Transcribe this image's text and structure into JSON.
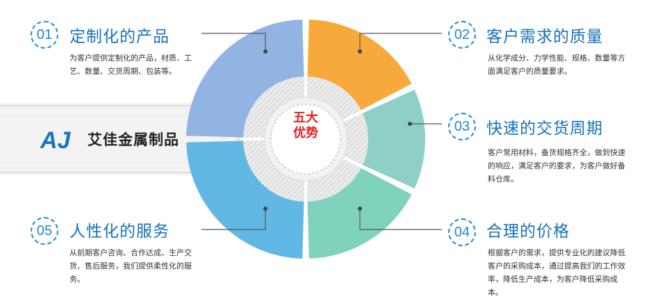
{
  "center": {
    "line1": "五大",
    "line2": "优势"
  },
  "brand": {
    "logo_text": "AJ",
    "name": "艾佳金属制品",
    "logo_color": "#1a73c4"
  },
  "colors": {
    "segment_01": "#92b4e3",
    "segment_02": "#f7a93b",
    "segment_03": "#8ed0c8",
    "segment_04": "#7fd3bd",
    "segment_05": "#62b8e4",
    "accent": "#1e88d0",
    "center_text": "#e02020"
  },
  "items": [
    {
      "num": "01",
      "title": "定制化的产品",
      "desc": "为客户提供定制化的产品，材质、工艺、数量、交货周期、包装等。"
    },
    {
      "num": "02",
      "title": "客户需求的质量",
      "desc": "从化学成分、力学性能、规格、数量等方面满足客户的质量要求。"
    },
    {
      "num": "03",
      "title": "快速的交货周期",
      "desc": "客户常用材料，备货规格齐全，做到快速的响应，满足客户的要求，为客户做好备料仓库。"
    },
    {
      "num": "04",
      "title": "合理的价格",
      "desc": "根据客户的需求，提供专业化的建议降低客户的采购成本，通过提高我们的工作效率，降低生产成本，为客户降低采购成本。"
    },
    {
      "num": "05",
      "title": "人性化的服务",
      "desc": "从前期客户咨询、合作达成、生产交货、售后服务，我们提供柔性化的服务。"
    }
  ]
}
